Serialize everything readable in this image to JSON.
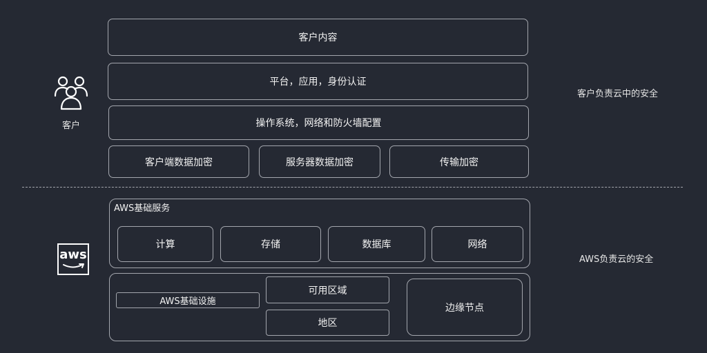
{
  "customer": {
    "label": "客户",
    "side_label": "客户负责云中的安全",
    "layers": {
      "content": "客户内容",
      "platform": "平台，应用，身份认证",
      "os": "操作系统，网络和防火墙配置"
    },
    "encryption": {
      "client": "客户端数据加密",
      "server": "服务器数据加密",
      "transport": "传输加密"
    }
  },
  "aws": {
    "logo_text": "aws",
    "side_label": "AWS负责云的安全",
    "foundation_services": {
      "label": "AWS基础服务",
      "items": [
        "计算",
        "存储",
        "数据库",
        "网络"
      ]
    },
    "infrastructure": {
      "label": "AWS基础设施",
      "availability_zone": "可用区域",
      "region": "地区",
      "edge": "边缘节点"
    }
  },
  "colors": {
    "background": "#252933",
    "border": "#a4a7ae",
    "text": "#f2f2f2"
  }
}
